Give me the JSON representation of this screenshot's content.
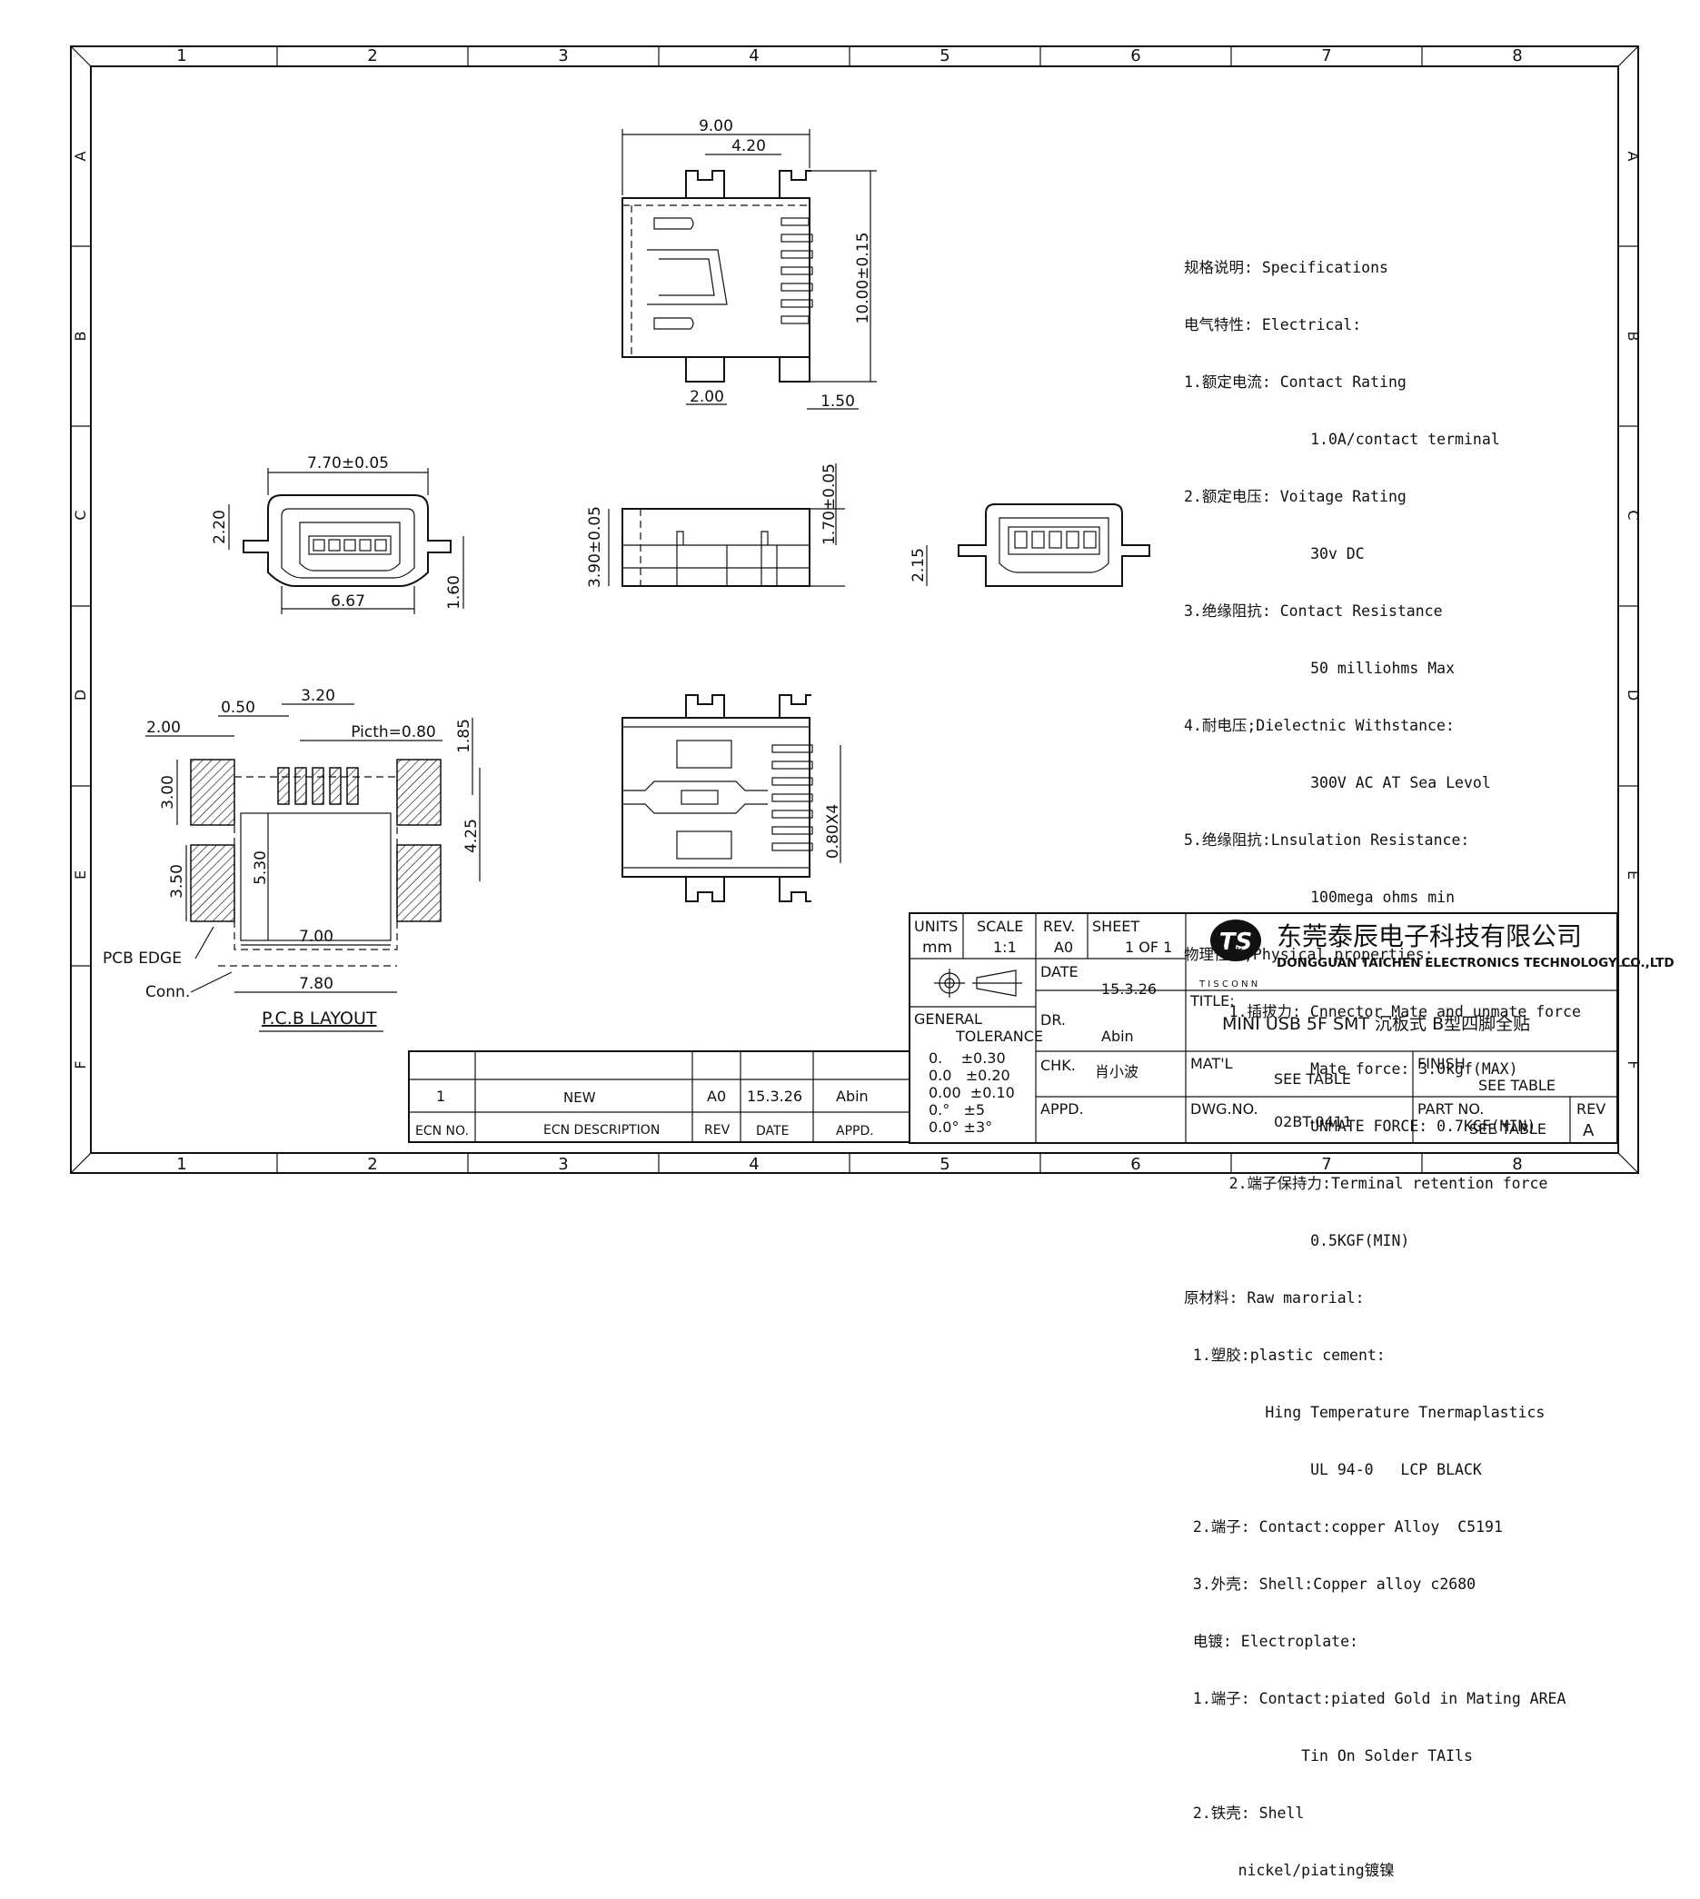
{
  "border": {
    "columns": [
      "1",
      "2",
      "3",
      "4",
      "5",
      "6",
      "7",
      "8"
    ],
    "rows": [
      "A",
      "B",
      "C",
      "D",
      "E",
      "F"
    ]
  },
  "top_view": {
    "dim_total": "9.00",
    "dim_inner": "4.20",
    "dim_height": "10.00±0.15",
    "dim_leg": "2.00",
    "dim_leg_side": "1.50"
  },
  "front_view": {
    "dim_width": "7.70±0.05",
    "dim_opening": "6.67",
    "dim_left": "2.20",
    "dim_right": "1.60"
  },
  "side_view": {
    "dim_height": "3.90±0.05",
    "dim_top": "1.70±0.05"
  },
  "end_view": {
    "dim_left": "2.15"
  },
  "pcb_layout": {
    "dim_pad_w": "2.00",
    "dim_pin_w": "0.50",
    "dim_span": "3.20",
    "dim_pitch": "Picth=0.80",
    "dim_pad_h": "3.00",
    "dim_h1": "1.85",
    "dim_h2": "4.25",
    "dim_pad_h2": "3.50",
    "dim_inner_h": "5.30",
    "dim_inner_w": "7.00",
    "dim_outer_w": "7.80",
    "pcb_edge": "PCB EDGE",
    "conn": "Conn.",
    "title": "P.C.B LAYOUT"
  },
  "bottom_view": {
    "dim_pins": "0.80X4"
  },
  "specs": [
    "规格说明: Specifications",
    "电气特性: Electrical:",
    "1.额定电流: Contact Rating",
    "              1.0A/contact terminal",
    "2.额定电压: Voitage Rating",
    "              30v DC",
    "3.绝缘阻抗: Contact Resistance",
    "              50 milliohms Max",
    "4.耐电压;Dielectnic Withstance:",
    "              300V AC AT Sea Levol",
    "5.绝缘阻抗:Lnsulation Resistance:",
    "              100mega ohms min",
    "物理性能;Physical properties:",
    "     1.插拔力: Cnnector Mate and unmate force",
    "              Mate force: 3.0kgf(MAX)",
    "              UNMATE FORCE: 0.7KGF(MIN)",
    "     2.端子保持力:Terminal retention force",
    "              0.5KGF(MIN)",
    "原材料: Raw marorial:",
    " 1.塑胶:plastic cement:",
    "         Hing Temperature Tnermaplastics",
    "              UL 94-0   LCP BLACK",
    " 2.端子: Contact:copper Alloy  C5191",
    " 3.外壳: Shell:Copper alloy c2680",
    " 电镀: Electroplate:",
    " 1.端子: Contact:piated Gold in Mating AREA",
    "             Tin On Solder TAIls",
    " 2.铁壳: Shell",
    "      nickel/piating镀镍"
  ],
  "title_block": {
    "units_label": "UNITS",
    "units_value": "mm",
    "scale_label": "SCALE",
    "scale_value": "1:1",
    "rev_label": "REV.",
    "rev_value": "A0",
    "sheet_label": "SHEET",
    "sheet_value": "1 OF 1",
    "date_label": "DATE",
    "date_value": "15.3.26",
    "company_cn": "东莞泰辰电子科技有限公司",
    "company_en": "DONGGUAN TAICHEN ELECTRONICS TECHNOLOGY CO.,LTD",
    "logo_letters": "TS",
    "brand": "T I S C O N N",
    "title_label": "TITLE:",
    "title_value": "MINI USB 5F SMT 沉板式 B型四脚全贴",
    "general_label": "GENERAL",
    "tolerance_label": "TOLERANCE",
    "tolerances": [
      "0.    ±0.30",
      "0.0   ±0.20",
      "0.00  ±0.10",
      "0.°   ±5",
      "0.0° ±3°"
    ],
    "dr_label": "DR.",
    "dr_value": "Abin",
    "chk_label": "CHK.",
    "chk_value": "肖小波",
    "appd_label": "APPD.",
    "matl_label": "MAT'L",
    "matl_value": "SEE TABLE",
    "finish_label": "FINISH",
    "finish_value": "SEE TABLE",
    "dwg_label": "DWG.NO.",
    "dwg_value": "02BT-0411",
    "part_label": "PART NO.",
    "part_value": "SEE TABLE",
    "rev2_label": "REV",
    "rev2_value": "A"
  },
  "ecn_table": {
    "row": {
      "no": "1",
      "desc": "NEW",
      "rev": "A0",
      "date": "15.3.26",
      "appd": "Abin"
    },
    "headers": {
      "no": "ECN NO.",
      "desc": "ECN  DESCRIPTION",
      "rev": "REV",
      "date": "DATE",
      "appd": "APPD."
    }
  }
}
